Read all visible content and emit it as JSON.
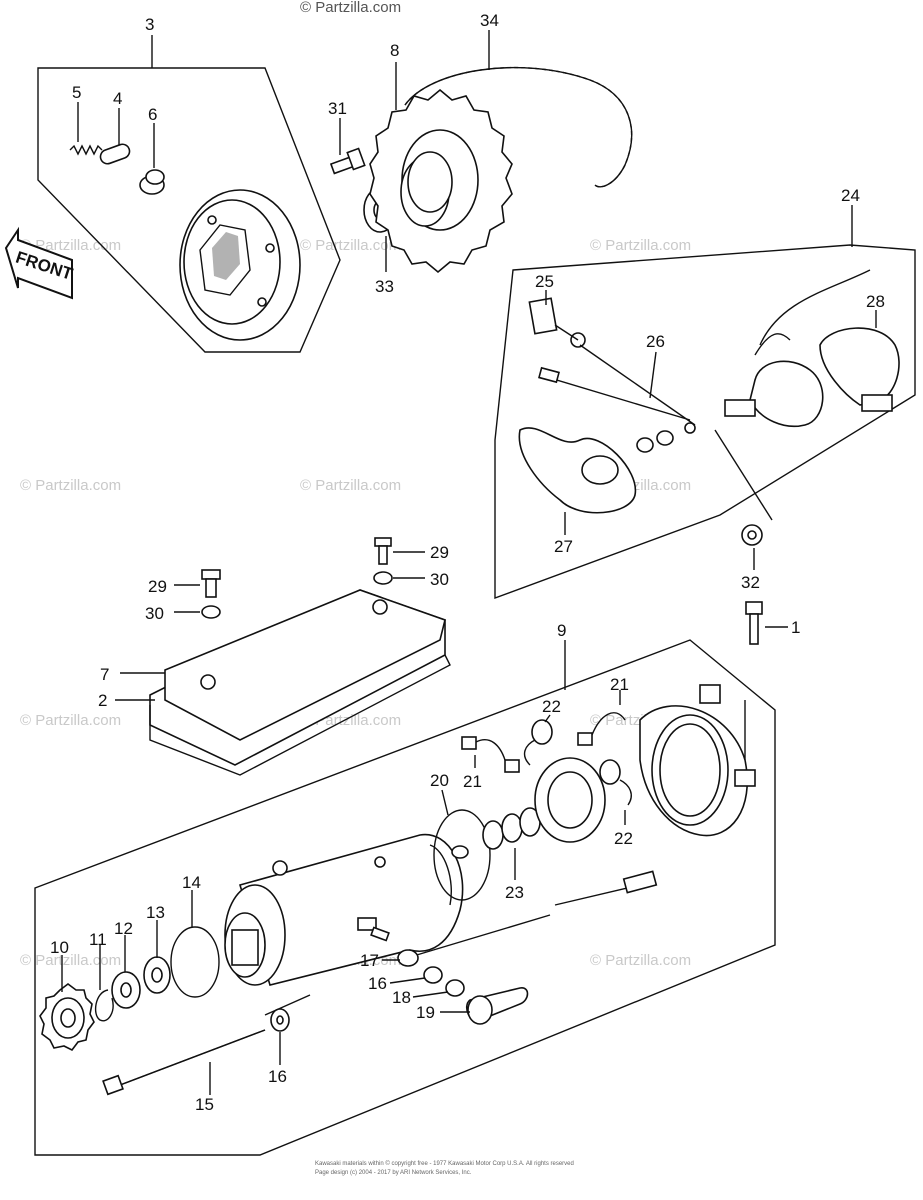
{
  "watermark": {
    "top": "© Partzilla.com",
    "repeat": "© Partzilla.com"
  },
  "front_arrow": "FRONT",
  "footer": {
    "line1": "Kawasaki materials within © copyright free - 1977 Kawasaki Motor Corp U.S.A. All rights reserved",
    "line2": "Page design (c) 2004 - 2017 by ARI Network Services, Inc."
  },
  "callouts": {
    "c1": "1",
    "c2": "2",
    "c3": "3",
    "c4": "4",
    "c5": "5",
    "c6": "6",
    "c7": "7",
    "c8": "8",
    "c9": "9",
    "c10": "10",
    "c11": "11",
    "c12": "12",
    "c13": "13",
    "c14": "14",
    "c15": "15",
    "c16a": "16",
    "c16b": "16",
    "c17": "17",
    "c18": "18",
    "c19": "19",
    "c20": "20",
    "c21a": "21",
    "c21b": "21",
    "c22a": "22",
    "c22b": "22",
    "c23": "23",
    "c24": "24",
    "c25": "25",
    "c26": "26",
    "c27": "27",
    "c28": "28",
    "c29a": "29",
    "c29b": "29",
    "c30a": "30",
    "c30b": "30",
    "c31": "31",
    "c32": "32",
    "c33": "33",
    "c34": "34"
  }
}
